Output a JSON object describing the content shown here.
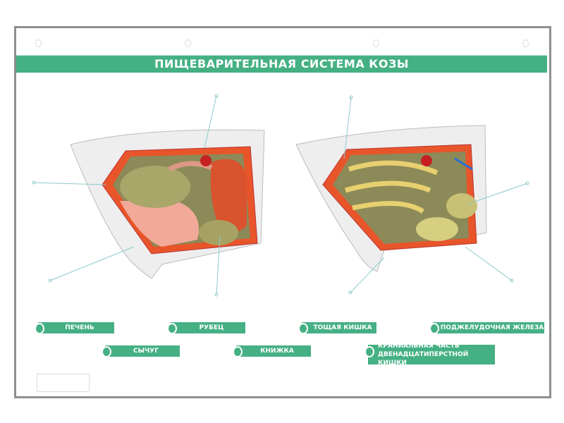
{
  "title": "ПИЩЕВАРИТЕЛЬНАЯ СИСТЕМА КОЗЫ",
  "labels": [
    {
      "text": "ПЕЧЕНЬ"
    },
    {
      "text": "РУБЕЦ"
    },
    {
      "text": "ТОЩАЯ КИШКА"
    },
    {
      "text": "ПОДЖЕЛУДОЧНАЯ ЖЕЛЕЗА"
    },
    {
      "text": "СЫЧУГ"
    },
    {
      "text": "КНИЖКА"
    },
    {
      "text": "КРАНИАЛЬНАЯ ЧАСТЬ",
      "text2": "ДВЕНАДЦАТИПЕРСТНОЙ КИШКИ"
    }
  ],
  "colors": {
    "accent": "#45b084",
    "frame": "#8f8f8f"
  }
}
